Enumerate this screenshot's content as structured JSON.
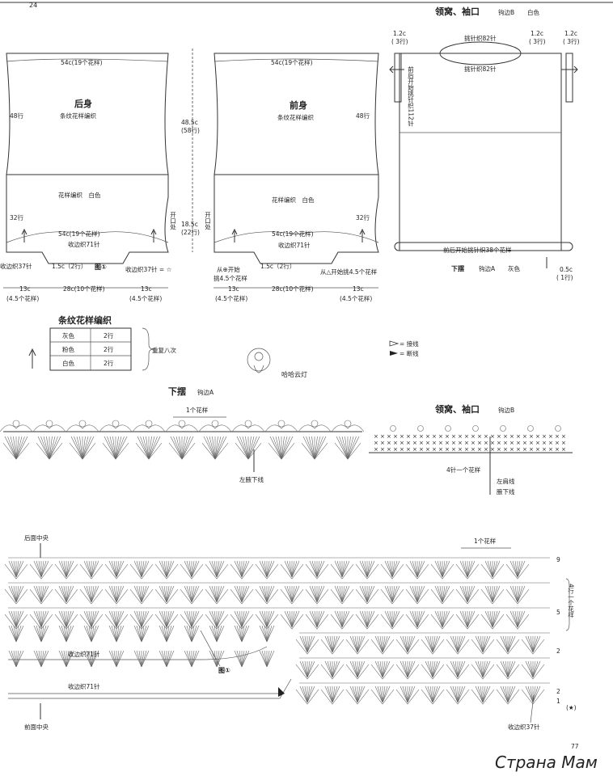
{
  "page": {
    "page_no_top": "24",
    "page_no_bottom": "77",
    "watermark": "Страна Мам"
  },
  "back": {
    "title": "后身",
    "subtitle": "条纹花样编织",
    "width_top": "54c(19个花样)",
    "rows_top": "48行",
    "lower_pattern": "花样编织　白色",
    "rows_lower": "32行",
    "width_bottom": "54c(19个花样)",
    "bind": "收边织71针",
    "left_bind": "收边织37针",
    "gap": "1.5c（2行）",
    "fig": "图①",
    "right_bind": "收边织37针 = ☆"
  },
  "front": {
    "title": "前身",
    "subtitle": "条纹花样编织",
    "width_top": "54c(19个花样)",
    "rows_top": "48行",
    "lower_pattern": "花样编织　白色",
    "rows_lower": "32行",
    "width_bottom": "54c(19个花样)",
    "bind": "收边织71针",
    "left_note1": "从⊕开始",
    "left_note2": "挑4.5个花样",
    "gap": "1.5c（2行）",
    "right_note": "从△开始挑4.5个花样"
  },
  "middle": {
    "height_total": "48.5c",
    "height_total_rows": "(58行)",
    "height_lower": "18.5c",
    "height_lower_rows": "(22行)",
    "opening": "开口处"
  },
  "dims": [
    {
      "a": "13c",
      "b": "(4.5个花样)"
    },
    {
      "a": "28c(10个花样)",
      "b": ""
    },
    {
      "a": "13c",
      "b": "(4.5个花样)"
    },
    {
      "a": "13c",
      "b": "(4.5个花样)"
    },
    {
      "a": "28c(10个花样)",
      "b": ""
    },
    {
      "a": "13c",
      "b": "(4.5个花样)"
    }
  ],
  "neck": {
    "title": "领窝、袖口",
    "hook": "钩边B",
    "color": "白色",
    "top_pick": "挑针织82针",
    "top_pick2": "挑针织82针",
    "left_w": "1.2c",
    "left_r": "( 3行)",
    "right_w": "1.2c",
    "right_r": "( 3行)",
    "right_w2": "1.2c",
    "right_r2": "( 3行)",
    "side_text": "前后开始挑针织112针",
    "bottom_pick": "前后开始挑针织38个花样",
    "hem_label": "下摆",
    "hem_hook": "钩边A",
    "hem_color": "灰色",
    "hem_w": "0.5c",
    "hem_r": "( 1行)"
  },
  "stripe": {
    "title": "条纹花样编织",
    "rows": [
      {
        "color": "灰色",
        "n": "2行"
      },
      {
        "color": "粉色",
        "n": "2行"
      },
      {
        "color": "白色",
        "n": "2行"
      }
    ],
    "repeat": "重复八次"
  },
  "legend": {
    "join": "= 接线",
    "cut": "= 断线"
  },
  "logo_text": "哈哈云灯",
  "hem_chart": {
    "title": "下摆",
    "hook": "钩边A",
    "repeat": "1个花样",
    "note": "左腋下线"
  },
  "neck_chart": {
    "title": "领窝、袖口",
    "hook": "钩边B",
    "repeat": "4针一个花样",
    "note1": "左肩线",
    "note2": "腋下线"
  },
  "main_chart": {
    "back_center": "后面中央",
    "repeat": "1个花样",
    "bind1": "收边织71针",
    "fig": "图①",
    "bind2": "收边织71针",
    "front_center": "前面中央",
    "bind3": "收边织37针",
    "side_rows": "4行一个花样",
    "star": "(★)",
    "row_nums": [
      "9",
      "5",
      "2",
      "2",
      "1"
    ]
  }
}
